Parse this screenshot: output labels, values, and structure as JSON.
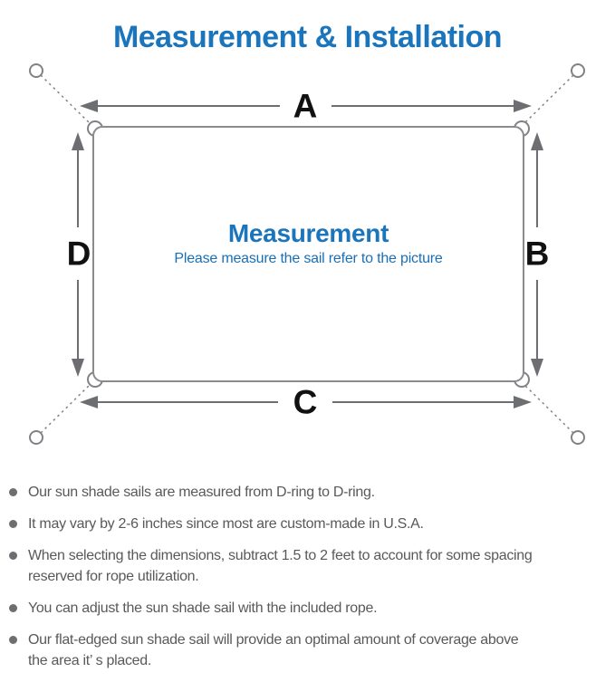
{
  "title": "Measurement & Installation",
  "diagram": {
    "labels": {
      "top": "A",
      "right": "B",
      "bottom": "C",
      "left": "D"
    },
    "center_title": "Measurement",
    "center_subtitle": "Please measure the sail refer to the picture",
    "colors": {
      "title_blue": "#1b75bc",
      "center_blue": "#1a6fb5",
      "outline_gray": "#85878a",
      "arrow_gray": "#6d6e71",
      "label_black": "#111111",
      "note_gray": "#58595b"
    }
  },
  "notes": [
    "Our sun shade sails are measured from D-ring to D-ring.",
    "It may vary by 2-6 inches since most are custom-made in U.S.A.",
    "When selecting the dimensions, subtract 1.5 to 2 feet to account for some spacing\nreserved for rope utilization.",
    "You can adjust the sun shade sail with the included rope.",
    "Our flat-edged sun shade sail will provide an optimal amount of coverage above\nthe area it’ s placed."
  ]
}
